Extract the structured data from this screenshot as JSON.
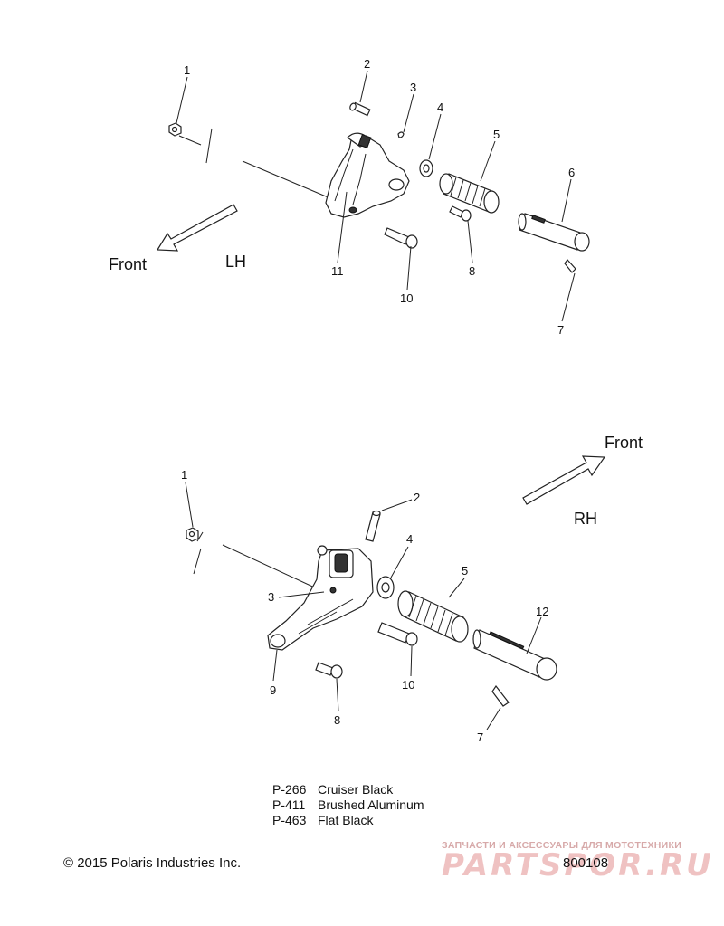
{
  "lh_view": {
    "side_label": "LH",
    "front_label": "Front",
    "callouts": {
      "c1": "1",
      "c2": "2",
      "c3": "3",
      "c4": "4",
      "c5": "5",
      "c6": "6",
      "c7": "7",
      "c8": "8",
      "c10": "10",
      "c11": "11"
    }
  },
  "rh_view": {
    "side_label": "RH",
    "front_label": "Front",
    "callouts": {
      "c1": "1",
      "c2": "2",
      "c3": "3",
      "c4": "4",
      "c5": "5",
      "c7": "7",
      "c8": "8",
      "c9": "9",
      "c10": "10",
      "c12": "12"
    }
  },
  "legend": [
    {
      "code": "P-266",
      "label": "Cruiser Black"
    },
    {
      "code": "P-411",
      "label": "Brushed Aluminum"
    },
    {
      "code": "P-463",
      "label": "Flat Black"
    }
  ],
  "copyright": "© 2015 Polaris Industries Inc.",
  "drawing_number": "800108",
  "watermark": {
    "tagline": "ЗАПЧАСТИ И АКСЕССУАРЫ ДЛЯ МОТОТЕХНИКИ",
    "logo": "PARTSPOR.RU"
  }
}
